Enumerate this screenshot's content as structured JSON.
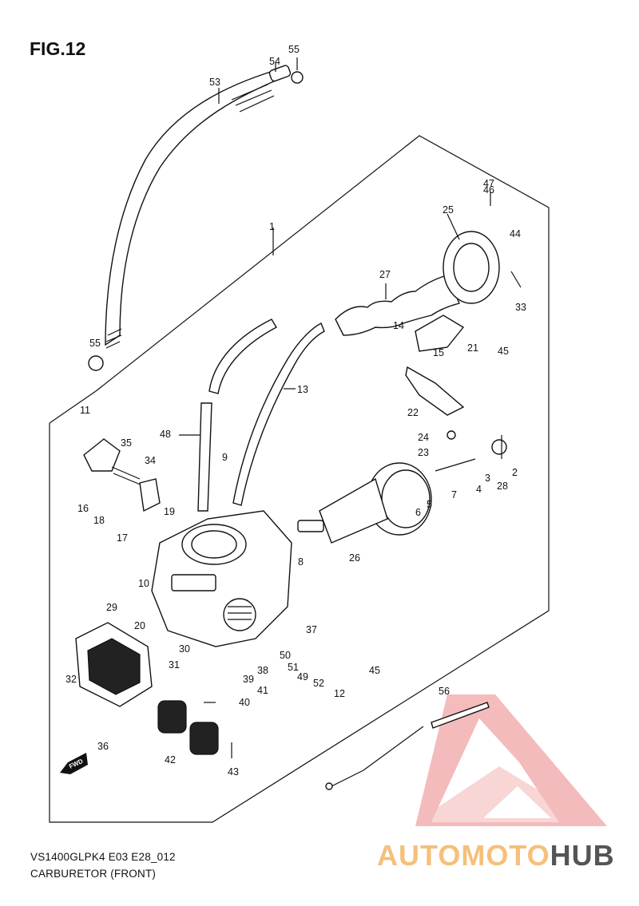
{
  "figure": {
    "title": "FIG.12",
    "code": "VS1400GLPK4 E03 E28_012",
    "name": "CARBURETOR (FRONT)"
  },
  "watermark": {
    "brand_part1": "AUTOMOTO",
    "brand_part2": "HUB",
    "colors": {
      "primary": "#f0a8a8",
      "accent": "#f5c07a",
      "dark": "#555555"
    }
  },
  "direction_arrow": "FWD",
  "callouts": {
    "c1": "1",
    "c2": "2",
    "c3": "3",
    "c4": "4",
    "c5": "5",
    "c6": "6",
    "c7": "7",
    "c8": "8",
    "c9": "9",
    "c10": "10",
    "c11": "11",
    "c12": "12",
    "c13": "13",
    "c14": "14",
    "c15": "15",
    "c16": "16",
    "c17": "17",
    "c18": "18",
    "c19": "19",
    "c20": "20",
    "c21": "21",
    "c22": "22",
    "c23": "23",
    "c24": "24",
    "c25": "25",
    "c26": "26",
    "c27": "27",
    "c28": "28",
    "c29": "29",
    "c30": "30",
    "c31": "31",
    "c32": "32",
    "c33": "33",
    "c34": "34",
    "c35": "35",
    "c36": "36",
    "c37": "37",
    "c38": "38",
    "c39": "39",
    "c40": "40",
    "c41": "41",
    "c42": "42",
    "c43": "43",
    "c44": "44",
    "c45a": "45",
    "c45b": "45",
    "c46": "46",
    "c47": "47",
    "c48": "48",
    "c49": "49",
    "c50": "50",
    "c51": "51",
    "c52": "52",
    "c53": "53",
    "c54": "54",
    "c55a": "55",
    "c55b": "55",
    "c56": "56"
  }
}
